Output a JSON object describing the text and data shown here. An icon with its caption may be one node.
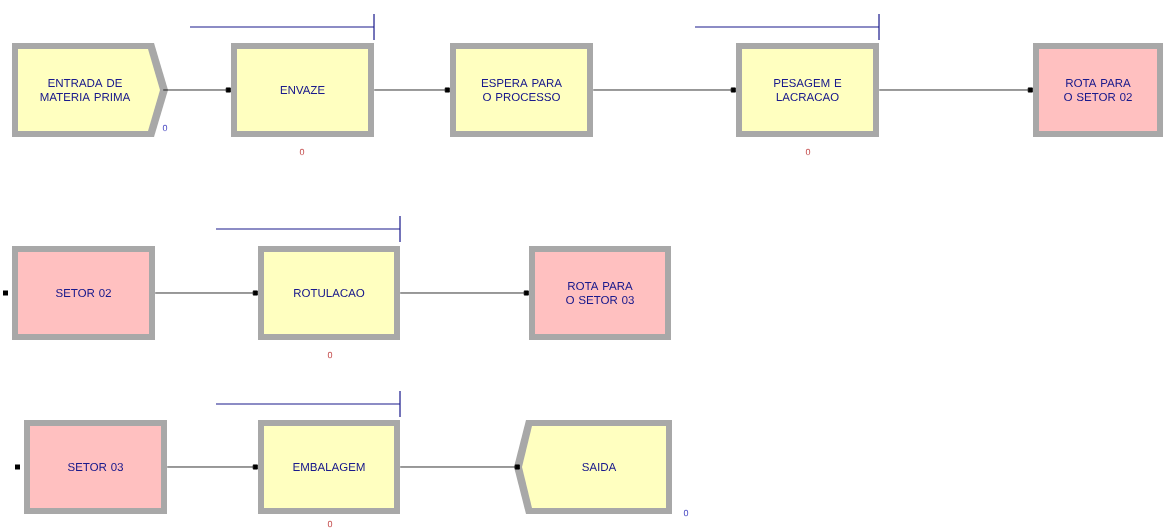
{
  "diagram": {
    "nodes": [
      {
        "text": [
          "ENTRADA DE MATERIA PRIMA"
        ],
        "beside": [
          "0"
        ]
      },
      {
        "text": [
          "ENVAZE"
        ],
        "beside": [
          "0"
        ]
      },
      {
        "text": [
          "ESPERA PARA O PROCESSO"
        ]
      },
      {
        "text": [
          "PESAGEM E LACRACAO"
        ],
        "beside": [
          "0"
        ]
      },
      {
        "text": [
          "ROTA PARA O SETOR 02"
        ]
      },
      {
        "text": [
          "SETOR 02"
        ]
      },
      {
        "text": [
          "ROTULACAO"
        ],
        "beside": [
          "0"
        ]
      },
      {
        "text": [
          "ROTA PARA O SETOR 03"
        ]
      },
      {
        "text": [
          "SETOR 03"
        ]
      },
      {
        "text": [
          "EMBALAGEM"
        ],
        "beside": [
          "0"
        ]
      },
      {
        "text": [
          "SAIDA"
        ],
        "beside": [
          "0"
        ]
      }
    ],
    "edges": [
      {
        "from": 0,
        "to": 1,
        "arrow": "other"
      },
      {
        "from": 1,
        "to": 2,
        "arrow": "other"
      },
      {
        "from": 2,
        "to": 3,
        "arrow": "other"
      },
      {
        "from": 3,
        "to": 4,
        "arrow": "other"
      },
      {
        "from": 5,
        "to": 6,
        "arrow": "other"
      },
      {
        "from": 6,
        "to": 7,
        "arrow": "other"
      },
      {
        "from": 8,
        "to": 9,
        "arrow": "other"
      },
      {
        "from": 9,
        "to": 10,
        "arrow": "other"
      }
    ]
  }
}
